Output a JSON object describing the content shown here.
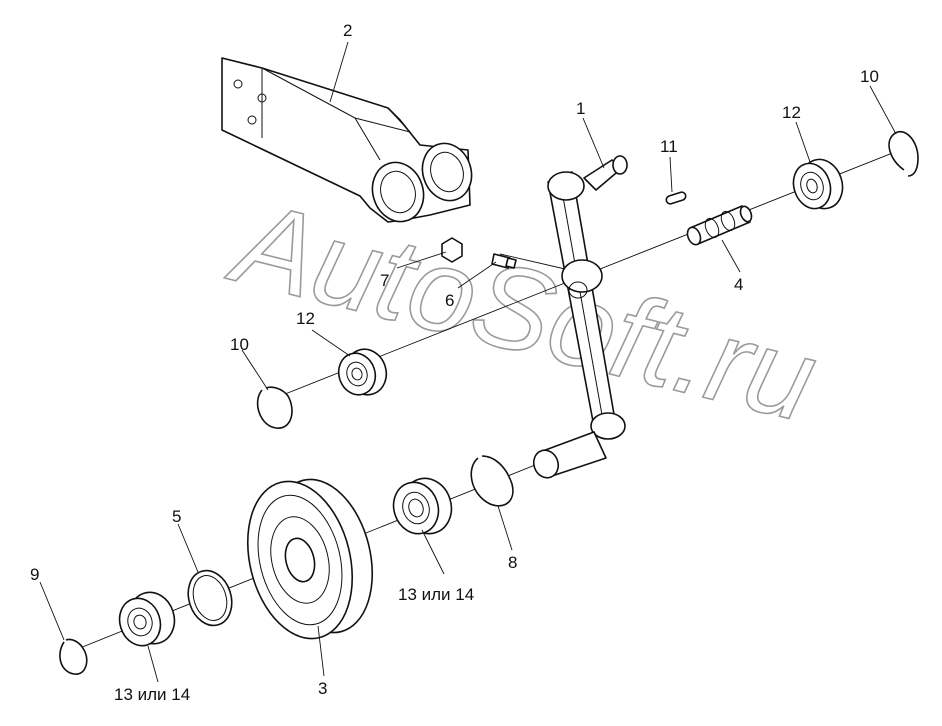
{
  "watermark": "AutoSoft.ru",
  "callouts": [
    {
      "id": "c1",
      "text": "1"
    },
    {
      "id": "c2",
      "text": "2"
    },
    {
      "id": "c3",
      "text": "3"
    },
    {
      "id": "c4",
      "text": "4"
    },
    {
      "id": "c5",
      "text": "5"
    },
    {
      "id": "c6",
      "text": "6"
    },
    {
      "id": "c7",
      "text": "7"
    },
    {
      "id": "c8",
      "text": "8"
    },
    {
      "id": "c9",
      "text": "9"
    },
    {
      "id": "c10a",
      "text": "10"
    },
    {
      "id": "c10b",
      "text": "10"
    },
    {
      "id": "c11",
      "text": "11"
    },
    {
      "id": "c12a",
      "text": "12"
    },
    {
      "id": "c12b",
      "text": "12"
    },
    {
      "id": "c13a",
      "text": "13 или 14"
    },
    {
      "id": "c13b",
      "text": "13 или 14"
    }
  ]
}
